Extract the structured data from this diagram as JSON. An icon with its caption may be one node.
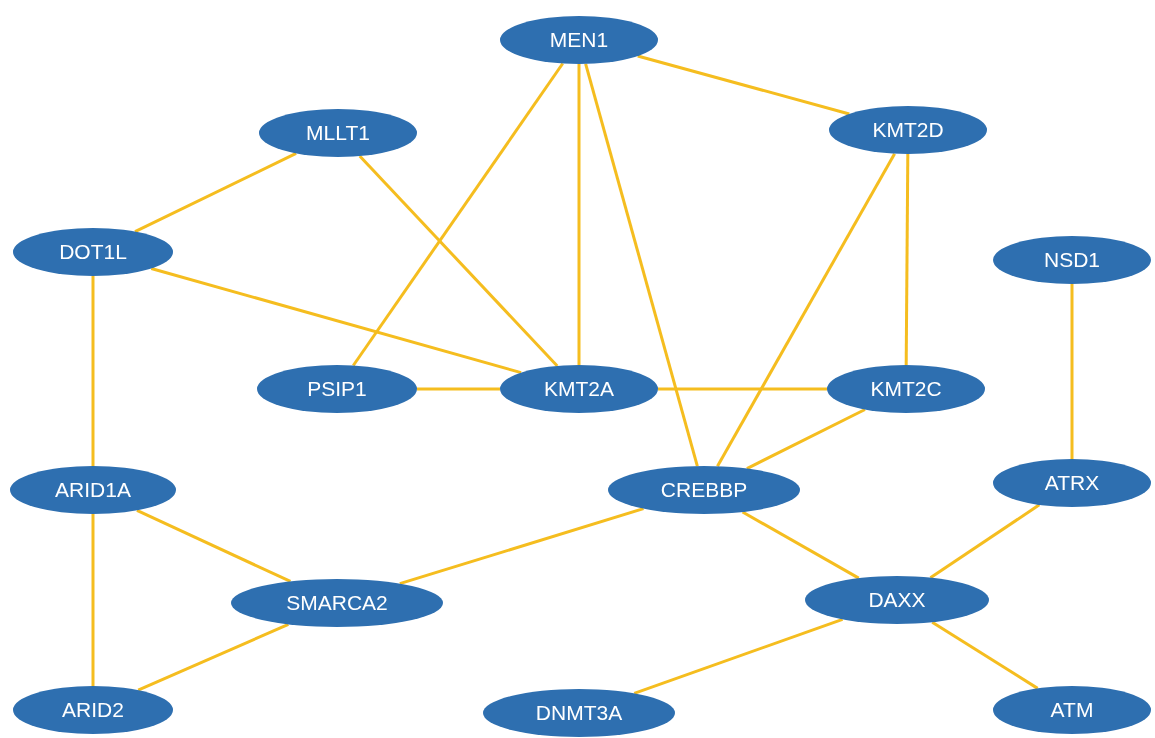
{
  "diagram": {
    "nodes": [
      {
        "text": [
          "MEN1"
        ]
      },
      {
        "text": [
          "MLLT1"
        ]
      },
      {
        "text": [
          "KMT2D"
        ]
      },
      {
        "text": [
          "DOT1L"
        ]
      },
      {
        "text": [
          "NSD1"
        ]
      },
      {
        "text": [
          "PSIP1"
        ]
      },
      {
        "text": [
          "KMT2A"
        ]
      },
      {
        "text": [
          "KMT2C"
        ]
      },
      {
        "text": [
          "ARID1A"
        ]
      },
      {
        "text": [
          "CREBBP"
        ]
      },
      {
        "text": [
          "ATRX"
        ]
      },
      {
        "text": [
          "SMARCA2"
        ]
      },
      {
        "text": [
          "DAXX"
        ]
      },
      {
        "text": [
          "ARID2"
        ]
      },
      {
        "text": [
          "DNMT3A"
        ]
      },
      {
        "text": [
          "ATM"
        ]
      }
    ],
    "edges": [
      {
        "from": 0,
        "to": 2,
        "arrow": "none"
      },
      {
        "from": 0,
        "to": 5,
        "arrow": "none"
      },
      {
        "from": 0,
        "to": 6,
        "arrow": "none"
      },
      {
        "from": 0,
        "to": 9,
        "arrow": "none"
      },
      {
        "from": 1,
        "to": 3,
        "arrow": "none"
      },
      {
        "from": 1,
        "to": 6,
        "arrow": "none"
      },
      {
        "from": 2,
        "to": 9,
        "arrow": "none"
      },
      {
        "from": 2,
        "to": 7,
        "arrow": "none"
      },
      {
        "from": 3,
        "to": 6,
        "arrow": "none"
      },
      {
        "from": 3,
        "to": 8,
        "arrow": "none"
      },
      {
        "from": 4,
        "to": 10,
        "arrow": "none"
      },
      {
        "from": 5,
        "to": 6,
        "arrow": "none"
      },
      {
        "from": 6,
        "to": 7,
        "arrow": "none"
      },
      {
        "from": 7,
        "to": 9,
        "arrow": "none"
      },
      {
        "from": 8,
        "to": 11,
        "arrow": "none"
      },
      {
        "from": 8,
        "to": 13,
        "arrow": "none"
      },
      {
        "from": 9,
        "to": 11,
        "arrow": "none"
      },
      {
        "from": 9,
        "to": 12,
        "arrow": "none"
      },
      {
        "from": 10,
        "to": 12,
        "arrow": "none"
      },
      {
        "from": 11,
        "to": 13,
        "arrow": "none"
      },
      {
        "from": 12,
        "to": 14,
        "arrow": "none"
      },
      {
        "from": 12,
        "to": 15,
        "arrow": "none"
      }
    ]
  }
}
